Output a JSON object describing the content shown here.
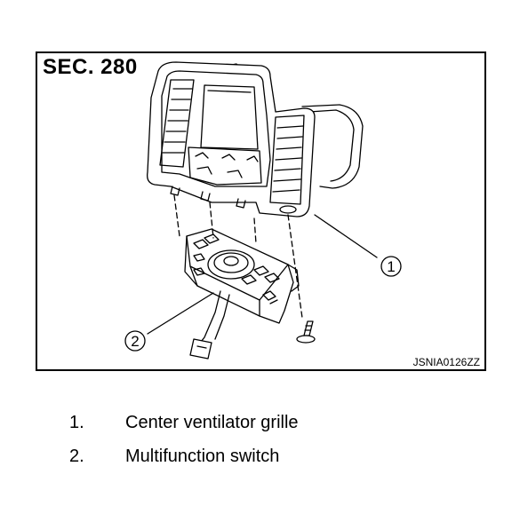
{
  "figure": {
    "section_label": "SEC. 280",
    "figure_code": "JSNIA0126ZZ",
    "callouts": [
      "1",
      "2"
    ]
  },
  "legend": [
    {
      "number": "1.",
      "text": "Center ventilator grille"
    },
    {
      "number": "2.",
      "text": "Multifunction switch"
    }
  ]
}
